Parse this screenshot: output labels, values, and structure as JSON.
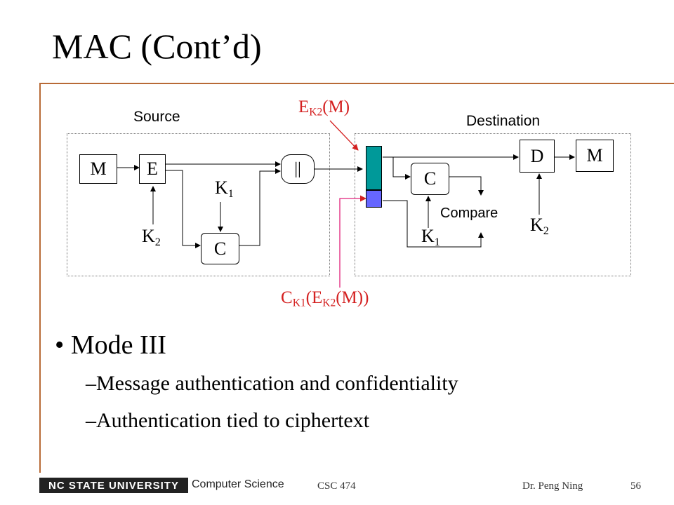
{
  "slide": {
    "title": "MAC (Cont’d)",
    "bullet": "Mode III",
    "sub_items": [
      "Message authentication and confidentiality",
      "Authentication tied to ciphertext"
    ]
  },
  "diagram": {
    "source_label": "Source",
    "destination_label": "Destination",
    "block_m_src": "M",
    "block_e": "E",
    "block_concat": "||",
    "block_c_src": "C",
    "key_k1_src": "K",
    "key_k1_src_sub": "1",
    "key_k2_src": "K",
    "key_k2_src_sub": "2",
    "block_c_dst": "C",
    "block_d": "D",
    "block_m_dst": "M",
    "compare_label": "Compare",
    "key_k1_dst": "K",
    "key_k1_dst_sub": "1",
    "key_k2_dst": "K",
    "key_k2_dst_sub": "2",
    "ek2m": {
      "a": "E",
      "sub": "K2",
      "b": "(M)"
    },
    "ck1ek2m": {
      "a": "C",
      "sub1": "K1",
      "b": "(E",
      "sub2": "K2",
      "c": "(M))"
    },
    "colors": {
      "cipher_segment": "#009999",
      "mac_segment": "#6666ff",
      "annotation": "#d42020",
      "pointer": "#e0207a"
    }
  },
  "footer": {
    "university": "NC STATE UNIVERSITY",
    "department": "Computer Science",
    "course": "CSC 474",
    "author": "Dr. Peng Ning",
    "page": "56"
  }
}
